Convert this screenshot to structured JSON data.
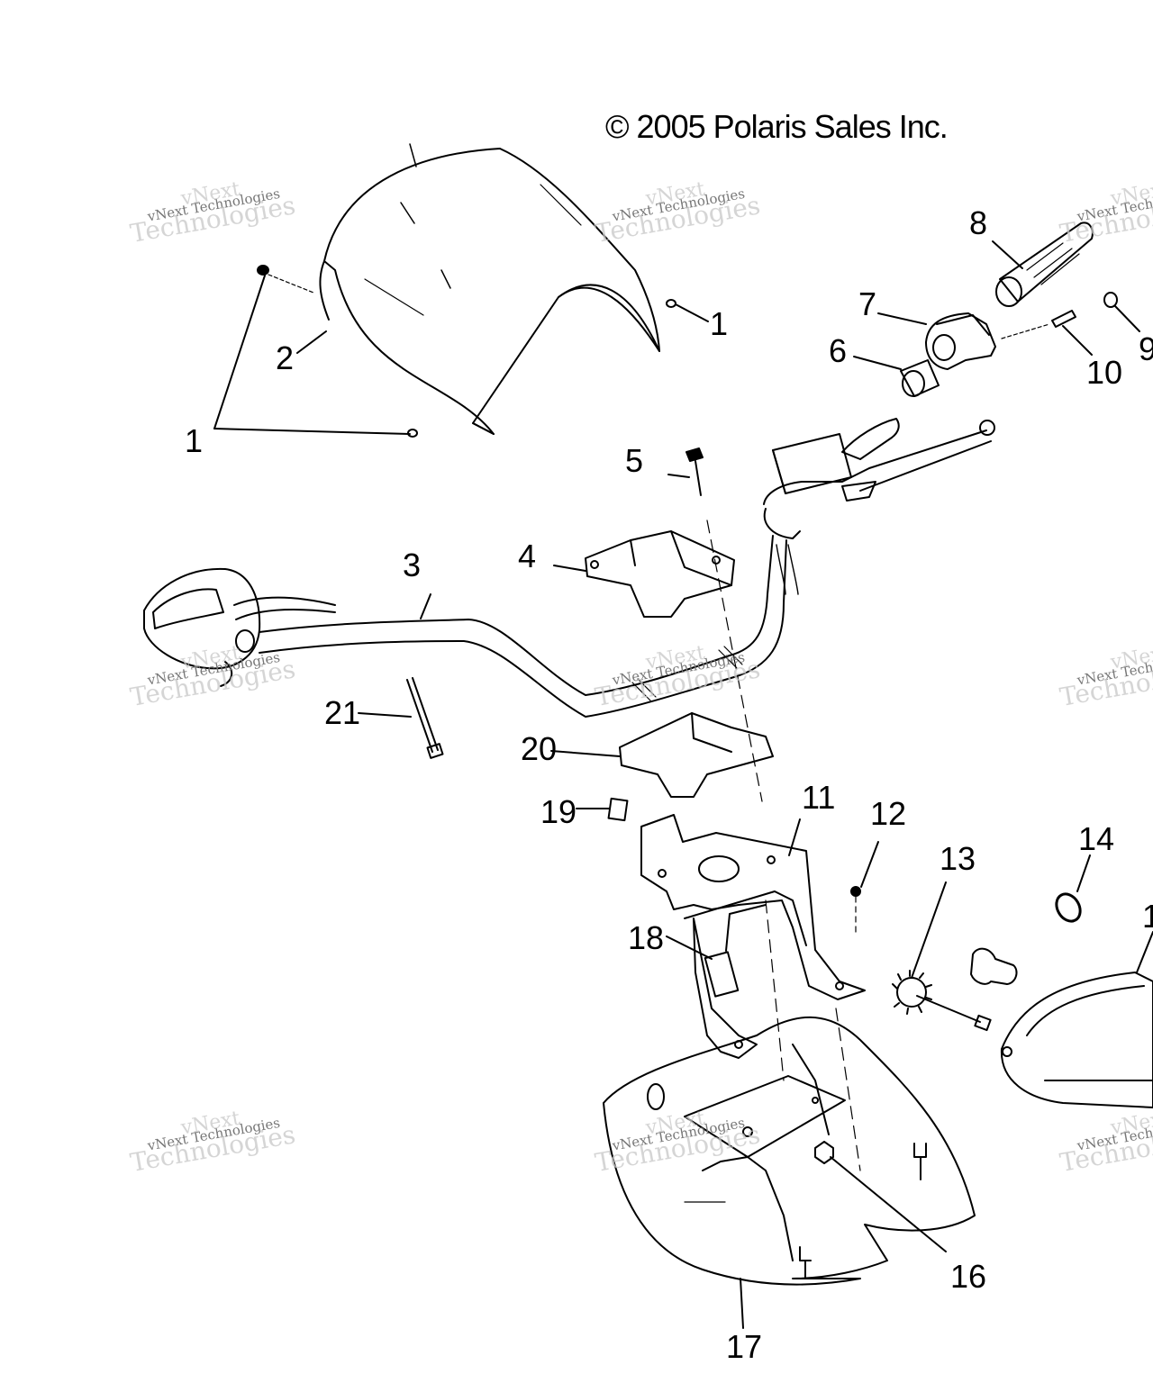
{
  "copyright": "© 2005 Polaris Sales Inc.",
  "callouts": {
    "c1a": "1",
    "c1b": "1",
    "c2": "2",
    "c3": "3",
    "c4": "4",
    "c5": "5",
    "c6": "6",
    "c7": "7",
    "c8": "8",
    "c9": "9",
    "c10": "10",
    "c11": "11",
    "c12": "12",
    "c13": "13",
    "c14": "14",
    "c15": "1",
    "c16": "16",
    "c17": "17",
    "c18": "18",
    "c19": "19",
    "c20": "20",
    "c21": "21"
  },
  "watermark": {
    "line1": "vNext",
    "line2": "vNext Technologies",
    "line3": "Technologies"
  }
}
